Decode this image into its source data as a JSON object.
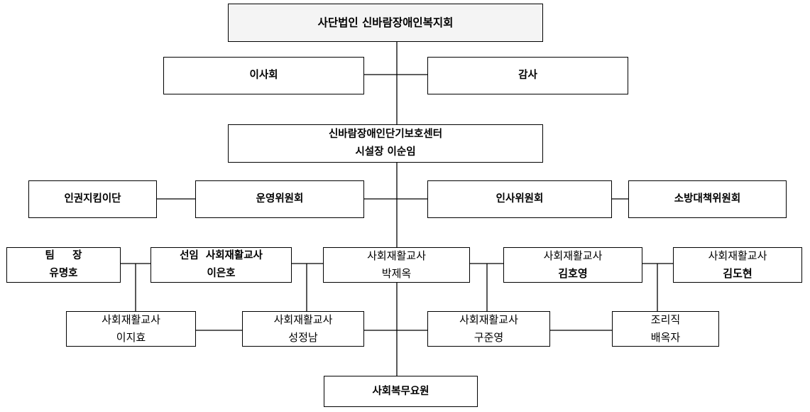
{
  "org": {
    "corporation": "사단법인 신바람장애인복지회",
    "board": "이사회",
    "audit": "감사",
    "center": {
      "name": "신바람장애인단기보호센터",
      "director": "시설장  이순임"
    },
    "human_rights": "인권지킴이단",
    "operations_committee": "운영위원회",
    "personnel_committee": "인사위원회",
    "fire_committee": "소방대책위원회",
    "team_leader": {
      "title": "팀     장",
      "name": "유명호"
    },
    "senior_teacher": {
      "title": "선임  사회재활교사",
      "name": "이은호"
    },
    "teacher_park": {
      "title": "사회재활교사",
      "name": "박제옥"
    },
    "teacher_kim_hy": {
      "title": "사회재활교사",
      "name": "김호영"
    },
    "teacher_kim_dh": {
      "title": "사회재활교사",
      "name": "김도현"
    },
    "teacher_lee": {
      "title": "사회재활교사",
      "name": "이지효"
    },
    "teacher_sung": {
      "title": "사회재활교사",
      "name": "성정남"
    },
    "teacher_gu": {
      "title": "사회재활교사",
      "name": "구준영"
    },
    "cook": {
      "title": "조리직",
      "name": "배옥자"
    },
    "service_staff": "사회복무요원"
  }
}
